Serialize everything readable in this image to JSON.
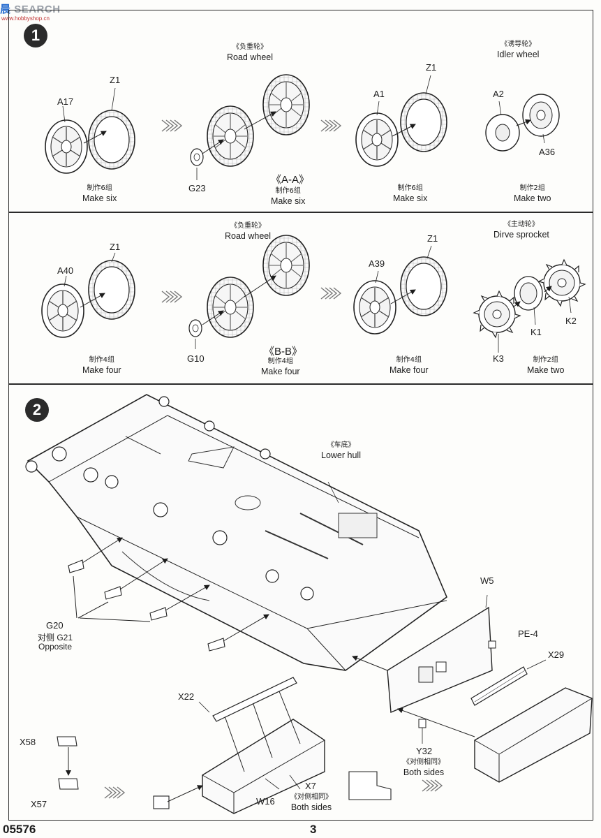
{
  "header": {
    "watermark_cn": "晨",
    "watermark_en": "SEARCH",
    "watermark_url": "www.hobbyshop.cn"
  },
  "steps": [
    {
      "number": "1"
    },
    {
      "number": "2"
    }
  ],
  "step1": {
    "row1": {
      "roadwheel_title_cn": "《负重轮》",
      "roadwheel_title_en": "Road  wheel",
      "idler_title_cn": "《诱导轮》",
      "idler_title_en": "Idler wheel",
      "parts": {
        "a17": "A17",
        "z1_left": "Z1",
        "g23": "G23",
        "a1": "A1",
        "z1_right": "Z1",
        "a2": "A2",
        "a36": "A36"
      },
      "section": "《A-A》",
      "captions": [
        {
          "cn": "制作6组",
          "en": "Make six"
        },
        {
          "cn": "制作6组",
          "en": "Make six"
        },
        {
          "cn": "制作6组",
          "en": "Make six"
        },
        {
          "cn": "制作2组",
          "en": "Make two"
        }
      ]
    },
    "row2": {
      "roadwheel_title_cn": "《负重轮》",
      "roadwheel_title_en": "Road  wheel",
      "sprocket_title_cn": "《主动轮》",
      "sprocket_title_en": "Dirve sprocket",
      "parts": {
        "a40": "A40",
        "z1_left": "Z1",
        "g10": "G10",
        "a39": "A39",
        "z1_right": "Z1",
        "k3": "K3",
        "k1": "K1",
        "k2": "K2"
      },
      "section": "《B-B》",
      "captions": [
        {
          "cn": "制作4组",
          "en": "Make four"
        },
        {
          "cn": "制作4组",
          "en": "Make four"
        },
        {
          "cn": "制作4组",
          "en": "Make four"
        },
        {
          "cn": "制作2组",
          "en": "Make two"
        }
      ]
    }
  },
  "step2": {
    "lower_hull_cn": "《车底》",
    "lower_hull_en": "Lower hull",
    "g20": "G20",
    "g21": "对侧 G21",
    "opposite": "Opposite",
    "w5": "W5",
    "pe4": "PE-4",
    "x29": "X29",
    "y32": "Y32",
    "y32_both_cn": "《对侧相同》",
    "y32_both_en": "Both sides",
    "x22": "X22",
    "x58": "X58",
    "x57": "X57",
    "w16": "W16",
    "x7": "X7",
    "x7_both_cn": "《对侧相同》",
    "x7_both_en": "Both sides"
  },
  "footer": {
    "code": "05576",
    "page": "3"
  }
}
